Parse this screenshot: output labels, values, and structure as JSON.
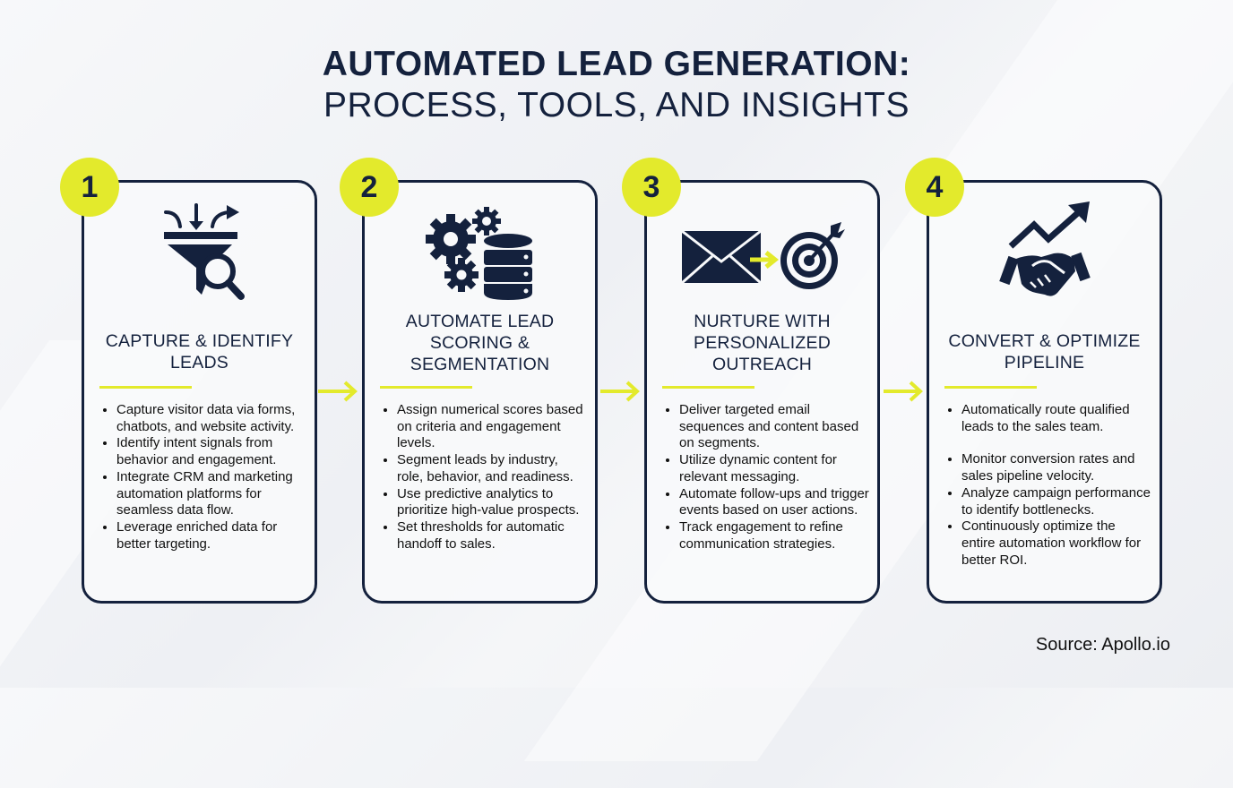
{
  "title": {
    "line1": "AUTOMATED LEAD GENERATION:",
    "line2": "PROCESS, TOOLS, AND INSIGHTS"
  },
  "colors": {
    "navy": "#14213d",
    "accent_yellow": "#e3ea2c",
    "background": "#f2f3f6"
  },
  "steps": [
    {
      "number": "1",
      "icon": "funnel-magnifier-icon",
      "title_line1": "CAPTURE & IDENTIFY",
      "title_line2": "LEADS",
      "title_line3": "",
      "bullets": [
        "Capture visitor data via forms, chatbots, and website activity.",
        "Identify intent signals from behavior and engagement.",
        "Integrate CRM and marketing automation platforms for seamless data flow.",
        "Leverage enriched data for better targeting."
      ]
    },
    {
      "number": "2",
      "icon": "gears-database-icon",
      "title_line1": "AUTOMATE LEAD",
      "title_line2": "SCORING &",
      "title_line3": "SEGMENTATION",
      "bullets": [
        "Assign numerical scores based on criteria and engagement levels.",
        "Segment leads by industry, role, behavior, and readiness.",
        "Use predictive analytics to prioritize high-value prospects.",
        "Set thresholds for automatic handoff to sales."
      ]
    },
    {
      "number": "3",
      "icon": "email-to-target-icon",
      "title_line1": "NURTURE WITH",
      "title_line2": "PERSONALIZED",
      "title_line3": "OUTREACH",
      "bullets": [
        "Deliver targeted email sequences and content based on segments.",
        "Utilize dynamic content for relevant messaging.",
        "Automate follow-ups and trigger events based on user actions.",
        "Track engagement to refine communication strategies."
      ]
    },
    {
      "number": "4",
      "icon": "handshake-growth-icon",
      "title_line1": "CONVERT & OPTIMIZE",
      "title_line2": "PIPELINE",
      "title_line3": "",
      "bullets": [
        "Automatically route qualified leads to the sales team.",
        "Monitor conversion rates and sales pipeline velocity.",
        "Analyze campaign performance to identify bottlenecks.",
        "Continuously optimize the entire automation workflow for better ROI."
      ]
    }
  ],
  "source": "Source: Apollo.io"
}
